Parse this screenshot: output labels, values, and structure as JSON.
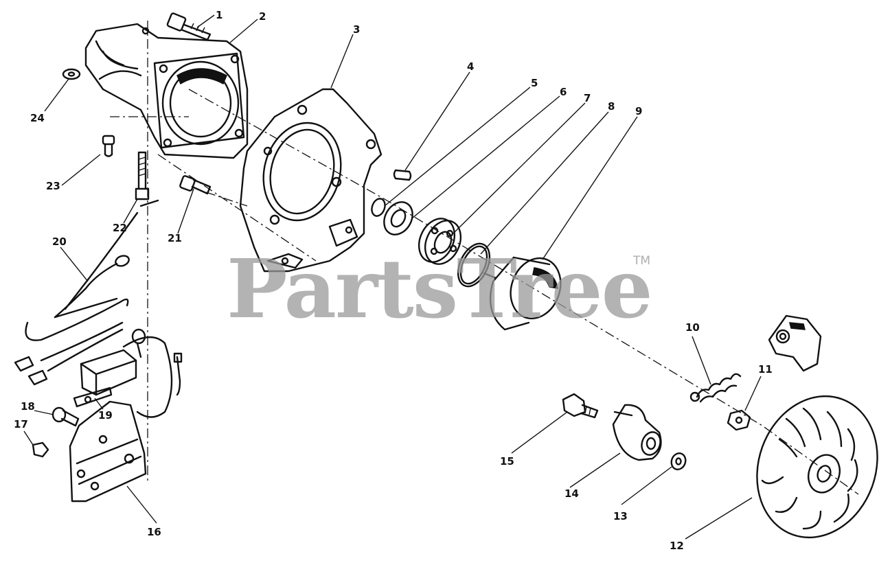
{
  "watermark": {
    "text": "PartsTree",
    "trademark": "TM"
  },
  "callouts": [
    {
      "id": "label-1",
      "text": "1"
    },
    {
      "id": "label-2",
      "text": "2"
    },
    {
      "id": "label-3",
      "text": "3"
    },
    {
      "id": "label-4",
      "text": "4"
    },
    {
      "id": "label-5",
      "text": "5"
    },
    {
      "id": "label-6",
      "text": "6"
    },
    {
      "id": "label-7",
      "text": "7"
    },
    {
      "id": "label-8",
      "text": "8"
    },
    {
      "id": "label-9",
      "text": "9"
    },
    {
      "id": "label-10",
      "text": "10"
    },
    {
      "id": "label-11",
      "text": "11"
    },
    {
      "id": "label-12",
      "text": "12"
    },
    {
      "id": "label-13",
      "text": "13"
    },
    {
      "id": "label-14",
      "text": "14"
    },
    {
      "id": "label-15",
      "text": "15"
    },
    {
      "id": "label-16",
      "text": "16"
    },
    {
      "id": "label-17",
      "text": "17"
    },
    {
      "id": "label-18",
      "text": "18"
    },
    {
      "id": "label-19",
      "text": "19"
    },
    {
      "id": "label-20",
      "text": "20"
    },
    {
      "id": "label-21",
      "text": "21"
    },
    {
      "id": "label-22",
      "text": "22"
    },
    {
      "id": "label-23",
      "text": "23"
    },
    {
      "id": "label-24",
      "text": "24"
    }
  ]
}
